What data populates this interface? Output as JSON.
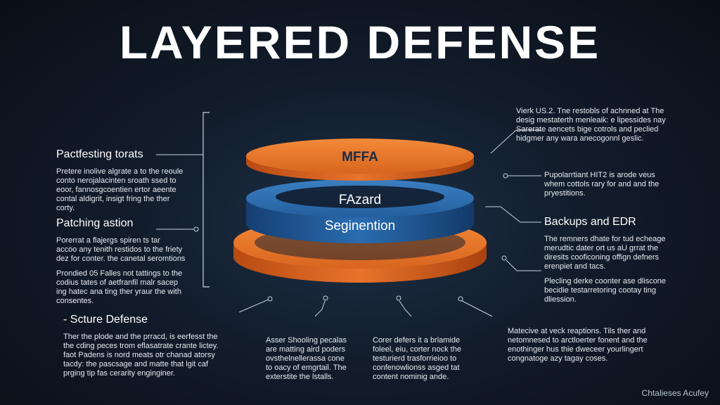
{
  "title": "LAYERED DEFENSE",
  "layers": {
    "top": "MFFA",
    "middle_upper": "FAzard",
    "middle_lower": "Seginention"
  },
  "left_blocks": [
    {
      "heading": "Pactfesting torats",
      "lines": [
        "Pretere inolive algrate a to the reoule",
        "conto nerojalacinten sroath ssed to",
        "eoor, fannosgcoentien ertor aeente",
        "contal aldigrit, insigt fring the ther",
        "corty."
      ]
    },
    {
      "heading": "Patching astion",
      "lines": [
        "Porerrat a flajergs spiren ts tar",
        "accoo any tenith restidos to the friety",
        "dez for conter. the canetal seromtions"
      ],
      "lines2": [
        "Prondied 05 Falles not tattings to the",
        "codius tates of aetfranfil malr sacep",
        "ing hatec ana ting ther yraur the with",
        "consentes."
      ]
    }
  ],
  "bottom_left": {
    "heading": "- Scture Defense",
    "lines": [
      "Ther the plode and the prracd, is eerfesst the",
      "the cding peces trom eflasatrate crante lictey.",
      "faot Padens is nord meats otr chanad atorsy",
      "tacdy: the pascsage and matte that lgit caf",
      "prging tip fas cerarity enginginer."
    ]
  },
  "bottom_mid1": {
    "lines": [
      "Asser Shooling pecalas",
      "are matting aird poders",
      "ovsthelnellerassa cone",
      "to oacy of emgrtail. The",
      "exterstite the lstalls."
    ]
  },
  "bottom_mid2": {
    "lines": [
      "Corer defers it a brlamide",
      "foleel, eiu, corter nock the",
      "testurierd trasforrieioo to",
      "confenowlionss asged tat",
      "content nominig ande."
    ]
  },
  "right_blocks": [
    {
      "lines": [
        "Vierk US.2. Tne restobls of achnned at The",
        "desig mestaterth menleaik: e lipessides nay",
        "Sarerate aencets bige cotrols and peclied",
        "hidgmer any wara anecogonnl geslic."
      ]
    },
    {
      "lines": [
        "Pupolarrtiant HIT2 is arode veus",
        "whem cottols rary for and and the",
        "pryestitions."
      ]
    },
    {
      "heading": "Backups and EDR",
      "lines": [
        "The remners dhate for tud echeage",
        "merudtic dater ort us aU grrat the",
        "diresits cooficoning offign defners",
        "erenpiet and tacs."
      ],
      "lines2": [
        "Plecling derke coonter ase dliscone",
        "becidie testarretoring cootay ting",
        "dliession."
      ]
    }
  ],
  "bottom_right": {
    "lines": [
      "Matecive at veck reaptions. Tils ther and",
      "netomnesed to arctloerter fonent and the",
      "enothinger hus thie dweceer yourlingert",
      "congnatoge azy tagay coses."
    ]
  },
  "credit": "Chtalieses Acufey",
  "colors": {
    "orange": "#e06a1f",
    "orange_top": "#f07f2c",
    "blue": "#1f5a9c",
    "blue_top": "#2f70b4",
    "line": "#c9d2dd"
  }
}
